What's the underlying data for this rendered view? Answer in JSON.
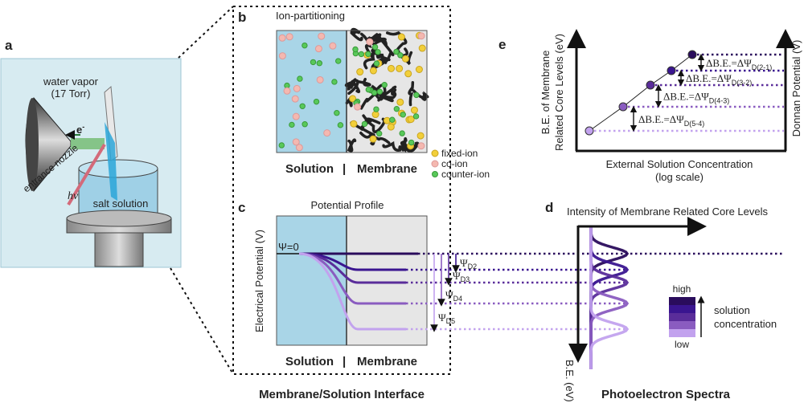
{
  "colors": {
    "levels": [
      "#2a0c5c",
      "#3a1590",
      "#5a2d9a",
      "#8a5cc0",
      "#c2a2ee"
    ],
    "solution": "#a9d5e7",
    "membrane": "#e6e6e6",
    "solution_text": "#3a9fc0",
    "membrane_text": "#8a8a8a"
  },
  "panel_a": {
    "label": "a",
    "water_vapor": "water vapor",
    "pressure": "(17 Torr)",
    "electron": "e",
    "electron_sup": "-",
    "nozzle": "entrance nozzle",
    "photon": "hν",
    "salt": "salt solution"
  },
  "panel_b": {
    "label": "b",
    "title": "Ion-partitioning",
    "legend": [
      "fixed-ion",
      "co-ion",
      "counter-ion"
    ],
    "solution": "Solution",
    "separator": "|",
    "membrane": "Membrane"
  },
  "panel_c": {
    "label": "c",
    "title": "Potential Profile",
    "ylabel": "Electrical Potential (V)",
    "psi0": "Ψ=0",
    "psi": "Ψ",
    "subs": [
      "D2",
      "D3",
      "D4",
      "D5"
    ],
    "solution": "Solution",
    "separator": "|",
    "membrane": "Membrane"
  },
  "panel_d": {
    "label": "d",
    "xlabel": "Intensity of Membrane Related Core Levels",
    "ylabel": "B.E. (eV)",
    "high": "high",
    "low": "low",
    "legend_1": "solution",
    "legend_2": "concentration"
  },
  "panel_e": {
    "label": "e",
    "ylabel_1": "B.E. of Membrane",
    "ylabel_2": "Related Core Levels (eV)",
    "ylabel_right": "Donnan Potential (V)",
    "xlabel_1": "External Solution Concentration",
    "xlabel_2": "(log scale)",
    "annotations": [
      {
        "main": "ΔB.E.=ΔΨ",
        "sub": "D(2-1)"
      },
      {
        "main": "ΔB.E.=ΔΨ",
        "sub": "D(3-2)"
      },
      {
        "main": "ΔB.E.=ΔΨ",
        "sub": "D(4-3)"
      },
      {
        "main": "ΔB.E.=ΔΨ",
        "sub": "D(5-4)"
      }
    ]
  },
  "captions": {
    "left": "Membrane/Solution Interface",
    "right": "Photoelectron Spectra"
  }
}
